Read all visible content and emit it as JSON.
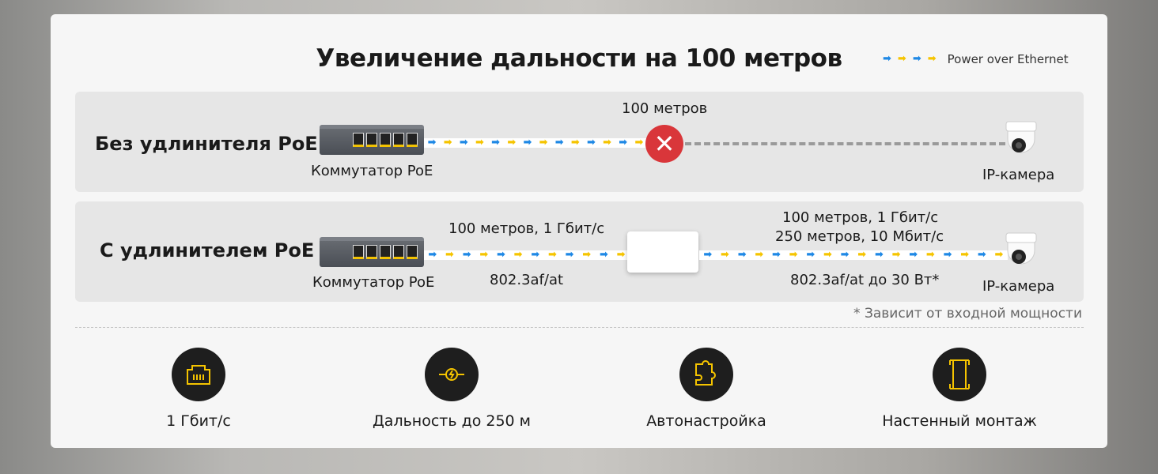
{
  "title": "Увеличение дальности на 100 метров",
  "legend": "Power over Ethernet",
  "colors": {
    "blue": "#1e88e5",
    "yellow": "#f5c400",
    "red": "#d9363a"
  },
  "row1": {
    "label": "Без удлинителя PoE",
    "switch": "Коммутатор PoE",
    "distance": "100 метров",
    "camera": "IP-камера"
  },
  "row2": {
    "label": "С удлинителем PoE",
    "switch": "Коммутатор PoE",
    "left_top": "100 метров, 1 Гбит/с",
    "left_bottom": "802.3af/at",
    "right_top1": "100 метров, 1 Гбит/с",
    "right_top2": "250 метров, 10 Мбит/с",
    "right_bottom": "802.3af/at до 30 Вт*",
    "camera": "IP-камера"
  },
  "note": "* Зависит от входной мощности",
  "features": [
    {
      "label": "1 Гбит/с",
      "icon": "ethernet-port-icon"
    },
    {
      "label": "Дальность до 250 м",
      "icon": "power-range-icon"
    },
    {
      "label": "Автонастройка",
      "icon": "puzzle-icon"
    },
    {
      "label": "Настенный монтаж",
      "icon": "wall-mount-icon"
    }
  ]
}
